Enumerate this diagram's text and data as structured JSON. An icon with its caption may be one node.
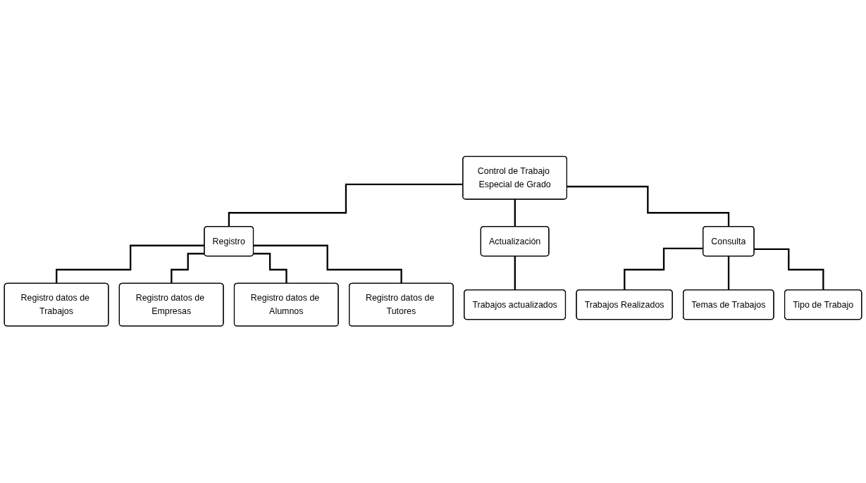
{
  "diagram": {
    "nodes": [
      {
        "text": [
          "Control de Trabajo Especial de Grado"
        ]
      },
      {
        "text": [
          "Registro"
        ]
      },
      {
        "text": [
          "Actualización"
        ]
      },
      {
        "text": [
          "Consulta"
        ]
      },
      {
        "text": [
          "Registro datos de Trabajos"
        ]
      },
      {
        "text": [
          "Registro datos de Empresas"
        ]
      },
      {
        "text": [
          "Registro datos de Alumnos"
        ]
      },
      {
        "text": [
          "Registro datos de Tutores"
        ]
      },
      {
        "text": [
          "Trabajos actualizados"
        ]
      },
      {
        "text": [
          "Trabajos Realizados"
        ]
      },
      {
        "text": [
          "Temas de Trabajos"
        ]
      },
      {
        "text": [
          "Tipo de Trabajo"
        ]
      }
    ],
    "edges": [
      {
        "from": 0,
        "to": 1,
        "arrow": "none"
      },
      {
        "from": 0,
        "to": 2,
        "arrow": "none"
      },
      {
        "from": 0,
        "to": 3,
        "arrow": "none"
      },
      {
        "from": 1,
        "to": 4,
        "arrow": "none"
      },
      {
        "from": 1,
        "to": 5,
        "arrow": "none"
      },
      {
        "from": 1,
        "to": 6,
        "arrow": "none"
      },
      {
        "from": 1,
        "to": 7,
        "arrow": "none"
      },
      {
        "from": 2,
        "to": 8,
        "arrow": "none"
      },
      {
        "from": 3,
        "to": 9,
        "arrow": "none"
      },
      {
        "from": 3,
        "to": 10,
        "arrow": "none"
      },
      {
        "from": 3,
        "to": 11,
        "arrow": "none"
      }
    ]
  }
}
